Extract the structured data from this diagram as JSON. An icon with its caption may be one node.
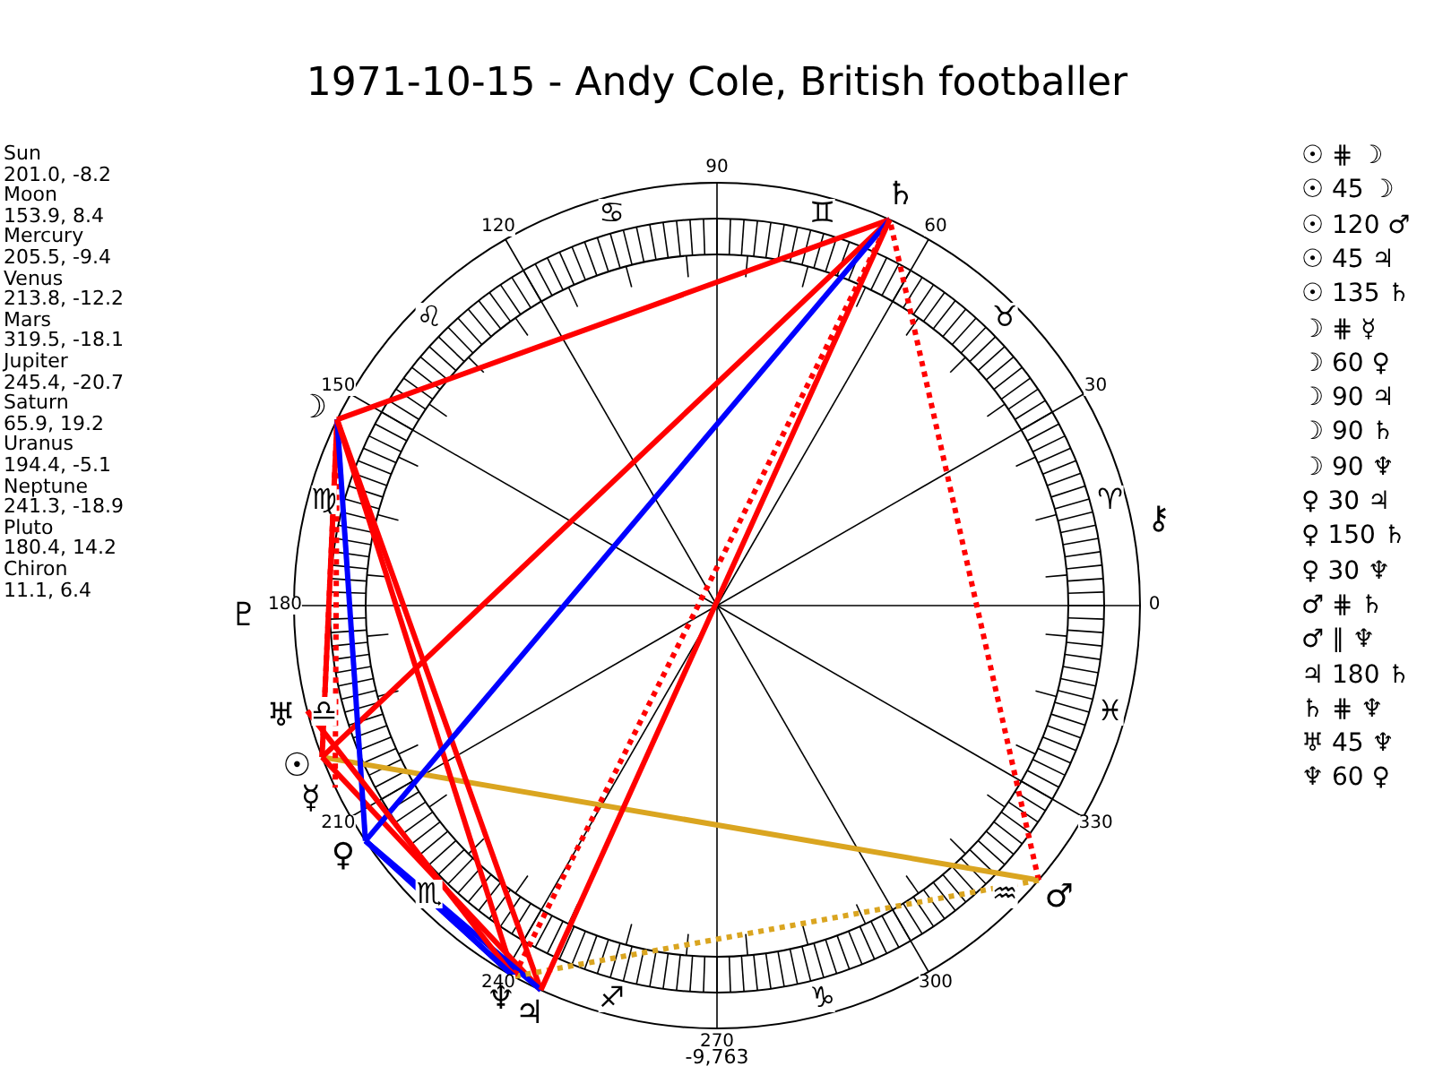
{
  "diagram": {
    "title": "1971-10-15 - Andy Cole, British footballer",
    "labels": [
      "Sun",
      "201.0, -8.2",
      "Moon",
      "153.9, 8.4",
      "Mercury",
      "205.5, -9.4",
      "Venus",
      "213.8, -12.2",
      "Mars",
      "319.5, -18.1",
      "Jupiter",
      "245.4, -20.7",
      "Saturn",
      "65.9, 19.2",
      "Uranus",
      "194.4, -5.1",
      "Neptune",
      "241.3, -18.9",
      "Pluto",
      "180.4, 14.2",
      "Chiron",
      "11.1, 6.4",
      "☉ ⋕ ☽",
      "☉ 45 ☽",
      "☉ 120 ♂",
      "☉ 45 ♃",
      "☉ 135 ♄",
      "☽ ⋕ ☿",
      "☽ 60 ♀",
      "☽ 90 ♃",
      "☽ 90 ♄",
      "☽ 90 ♆",
      "♀ 30 ♃",
      "♀ 150 ♄",
      "♀ 30 ♆",
      "♂ ⋕ ♄",
      "♂ ∥ ♆",
      "♃ 180 ♄",
      "♄ ⋕ ♆",
      "♅ 45 ♆",
      "♆ 60 ♀",
      "90",
      "60",
      "120",
      "150",
      "30",
      "180",
      "0",
      "210",
      "330",
      "240",
      "300",
      "270",
      "-9,763",
      "♈",
      "♉",
      "♊",
      "♋",
      "♌",
      "♍",
      "♎",
      "♏",
      "♐",
      "♑",
      "♒",
      "♓",
      "☉",
      "☽",
      "☿",
      "♀",
      "♂",
      "♃",
      "♄",
      "♅",
      "♆",
      "♇",
      "⚷"
    ]
  }
}
